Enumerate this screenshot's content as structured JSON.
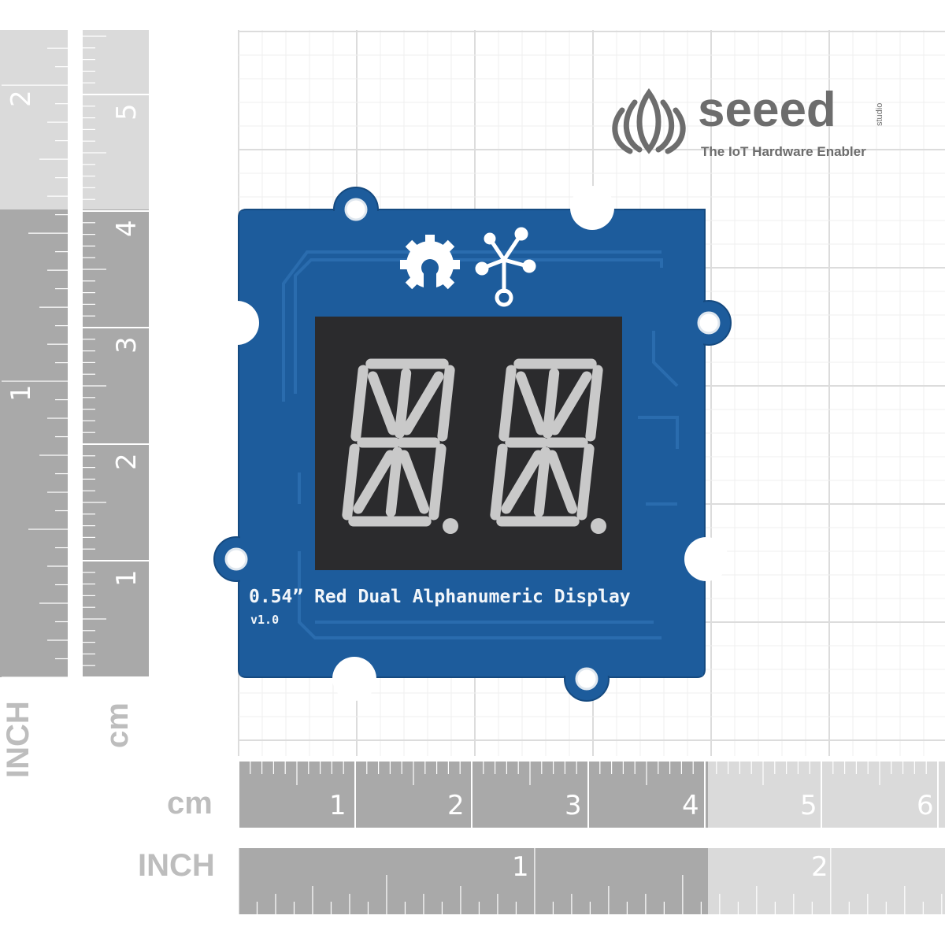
{
  "logo": {
    "brand": "seeed",
    "sub": "studio",
    "tagline": "The IoT Hardware Enabler"
  },
  "board": {
    "title": "0.54” Red Dual Alphanumeric Display",
    "version": "v1.0"
  },
  "rulers": {
    "vertical_inch_label": "INCH",
    "vertical_cm_label": "cm",
    "horizontal_cm_label": "cm",
    "horizontal_inch_label": "INCH",
    "cm_numbers": [
      "1",
      "2",
      "3",
      "4",
      "5",
      "6"
    ],
    "inch_numbers": [
      "1",
      "2"
    ]
  },
  "colors": {
    "pcb": "#1d5c9c",
    "display": "#2b2b2d",
    "segment": "#c9c9c9"
  }
}
